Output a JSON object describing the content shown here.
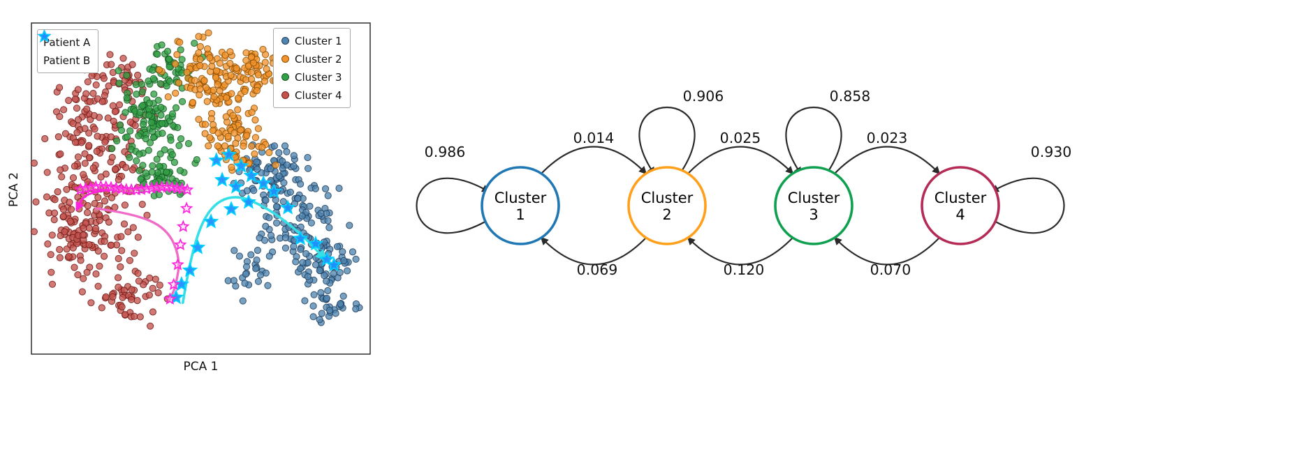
{
  "figure": {
    "background": "#ffffff"
  },
  "chart_data": [
    {
      "type": "scatter",
      "title": "",
      "xlabel": "PCA 1",
      "ylabel": "PCA 2",
      "grid": false,
      "legend_patients": [
        {
          "label": "Patient A",
          "marker": "open-star",
          "color": "#ff22dd"
        },
        {
          "label": "Patient B",
          "marker": "filled-star",
          "color": "#1f8fff",
          "edge": "#00d0ff"
        }
      ],
      "legend_clusters": [
        {
          "label": "Cluster 1",
          "color": "#5185b0",
          "edge": "#1d3e5e"
        },
        {
          "label": "Cluster 2",
          "color": "#f2932d",
          "edge": "#8a4d00"
        },
        {
          "label": "Cluster 3",
          "color": "#33a047",
          "edge": "#175c26"
        },
        {
          "label": "Cluster 4",
          "color": "#c4534e",
          "edge": "#701a16"
        }
      ],
      "clusters": [
        {
          "name": "Cluster 1",
          "color": "#5185b0",
          "edge": "#1d3e5e",
          "blobs": [
            {
              "cx": 0.722,
              "cy": 0.533,
              "rx": 0.113,
              "ry": 0.095,
              "n": 80
            },
            {
              "cx": 0.804,
              "cy": 0.396,
              "rx": 0.113,
              "ry": 0.095,
              "n": 80
            },
            {
              "cx": 0.866,
              "cy": 0.248,
              "rx": 0.093,
              "ry": 0.084,
              "n": 60
            },
            {
              "cx": 0.897,
              "cy": 0.143,
              "rx": 0.062,
              "ry": 0.042,
              "n": 25
            },
            {
              "cx": 0.639,
              "cy": 0.238,
              "rx": 0.072,
              "ry": 0.074,
              "n": 25
            }
          ]
        },
        {
          "name": "Cluster 2",
          "color": "#f2932d",
          "edge": "#8a4d00",
          "blobs": [
            {
              "cx": 0.536,
              "cy": 0.817,
              "rx": 0.113,
              "ry": 0.126,
              "n": 130
            },
            {
              "cx": 0.608,
              "cy": 0.648,
              "rx": 0.093,
              "ry": 0.095,
              "n": 70
            },
            {
              "cx": 0.67,
              "cy": 0.859,
              "rx": 0.072,
              "ry": 0.063,
              "n": 40
            }
          ]
        },
        {
          "name": "Cluster 3",
          "color": "#33a047",
          "edge": "#175c26",
          "blobs": [
            {
              "cx": 0.351,
              "cy": 0.712,
              "rx": 0.103,
              "ry": 0.158,
              "n": 120
            },
            {
              "cx": 0.412,
              "cy": 0.88,
              "rx": 0.072,
              "ry": 0.063,
              "n": 35
            },
            {
              "cx": 0.392,
              "cy": 0.533,
              "rx": 0.082,
              "ry": 0.074,
              "n": 45
            }
          ]
        },
        {
          "name": "Cluster 4",
          "color": "#c4534e",
          "edge": "#701a16",
          "blobs": [
            {
              "cx": 0.196,
              "cy": 0.648,
              "rx": 0.144,
              "ry": 0.189,
              "n": 140
            },
            {
              "cx": 0.155,
              "cy": 0.375,
              "rx": 0.124,
              "ry": 0.179,
              "n": 140
            },
            {
              "cx": 0.289,
              "cy": 0.185,
              "rx": 0.113,
              "ry": 0.095,
              "n": 50
            },
            {
              "cx": 0.258,
              "cy": 0.827,
              "rx": 0.093,
              "ry": 0.074,
              "n": 35
            }
          ]
        }
      ],
      "trajectories": [
        {
          "name": "Patient A",
          "star_color": "#ff22dd",
          "star_fill": "#ffc2f1",
          "line_color": "#f06bc8",
          "stars": [
            [
              0.145,
              0.497
            ],
            [
              0.16,
              0.5
            ],
            [
              0.175,
              0.503
            ],
            [
              0.19,
              0.505
            ],
            [
              0.205,
              0.506
            ],
            [
              0.22,
              0.505
            ],
            [
              0.235,
              0.503
            ],
            [
              0.25,
              0.501
            ],
            [
              0.265,
              0.499
            ],
            [
              0.28,
              0.497
            ],
            [
              0.295,
              0.496
            ],
            [
              0.31,
              0.496
            ],
            [
              0.325,
              0.497
            ],
            [
              0.34,
              0.499
            ],
            [
              0.355,
              0.501
            ],
            [
              0.37,
              0.503
            ],
            [
              0.385,
              0.504
            ],
            [
              0.4,
              0.504
            ],
            [
              0.415,
              0.503
            ],
            [
              0.43,
              0.501
            ],
            [
              0.445,
              0.499
            ],
            [
              0.46,
              0.496
            ],
            [
              0.458,
              0.44
            ],
            [
              0.448,
              0.385
            ],
            [
              0.44,
              0.33
            ],
            [
              0.432,
              0.27
            ],
            [
              0.42,
              0.21
            ],
            [
              0.409,
              0.166
            ]
          ],
          "path": [
            [
              0.19,
              0.44
            ],
            [
              0.3,
              0.425
            ],
            [
              0.4,
              0.38
            ],
            [
              0.44,
              0.29
            ],
            [
              0.425,
              0.2
            ],
            [
              0.408,
              0.165
            ]
          ],
          "band_path": [
            [
              0.465,
              0.497
            ],
            [
              0.3,
              0.503
            ],
            [
              0.16,
              0.49
            ],
            [
              0.133,
              0.435
            ]
          ]
        },
        {
          "name": "Patient B",
          "star_color": "#1f8fff",
          "star_edge": "#00d0ff",
          "line_color": "#35dfe6",
          "stars": [
            [
              0.546,
              0.585
            ],
            [
              0.583,
              0.602
            ],
            [
              0.619,
              0.568
            ],
            [
              0.563,
              0.526
            ],
            [
              0.604,
              0.505
            ],
            [
              0.649,
              0.539
            ],
            [
              0.685,
              0.516
            ],
            [
              0.716,
              0.491
            ],
            [
              0.641,
              0.459
            ],
            [
              0.59,
              0.438
            ],
            [
              0.757,
              0.442
            ],
            [
              0.794,
              0.349
            ],
            [
              0.839,
              0.333
            ],
            [
              0.872,
              0.286
            ],
            [
              0.893,
              0.269
            ],
            [
              0.53,
              0.4
            ],
            [
              0.491,
              0.322
            ],
            [
              0.468,
              0.253
            ],
            [
              0.443,
              0.211
            ],
            [
              0.427,
              0.171
            ]
          ],
          "path": [
            [
              0.447,
              0.155
            ],
            [
              0.47,
              0.3
            ],
            [
              0.52,
              0.44
            ],
            [
              0.6,
              0.485
            ],
            [
              0.7,
              0.44
            ],
            [
              0.8,
              0.36
            ],
            [
              0.868,
              0.285
            ]
          ]
        }
      ]
    },
    {
      "type": "diagram",
      "arrow_color": "#2b2b2b",
      "nodes": [
        {
          "id": "c1",
          "label": "Cluster",
          "number": "1",
          "color": "#1f77b4",
          "self_loop": {
            "prob": "0.986",
            "position": "left"
          }
        },
        {
          "id": "c2",
          "label": "Cluster",
          "number": "2",
          "color": "#ff9f1a",
          "self_loop": {
            "prob": "0.906",
            "position": "top"
          }
        },
        {
          "id": "c3",
          "label": "Cluster",
          "number": "3",
          "color": "#0fa04f",
          "self_loop": {
            "prob": "0.858",
            "position": "top"
          }
        },
        {
          "id": "c4",
          "label": "Cluster",
          "number": "4",
          "color": "#b42b55",
          "self_loop": {
            "prob": "0.930",
            "position": "right"
          }
        }
      ],
      "edges": [
        {
          "from": 0,
          "to": 1,
          "prob": "0.014"
        },
        {
          "from": 1,
          "to": 2,
          "prob": "0.025"
        },
        {
          "from": 2,
          "to": 3,
          "prob": "0.023"
        },
        {
          "from": 1,
          "to": 0,
          "prob": "0.069"
        },
        {
          "from": 2,
          "to": 1,
          "prob": "0.120"
        },
        {
          "from": 3,
          "to": 2,
          "prob": "0.070"
        }
      ]
    }
  ]
}
